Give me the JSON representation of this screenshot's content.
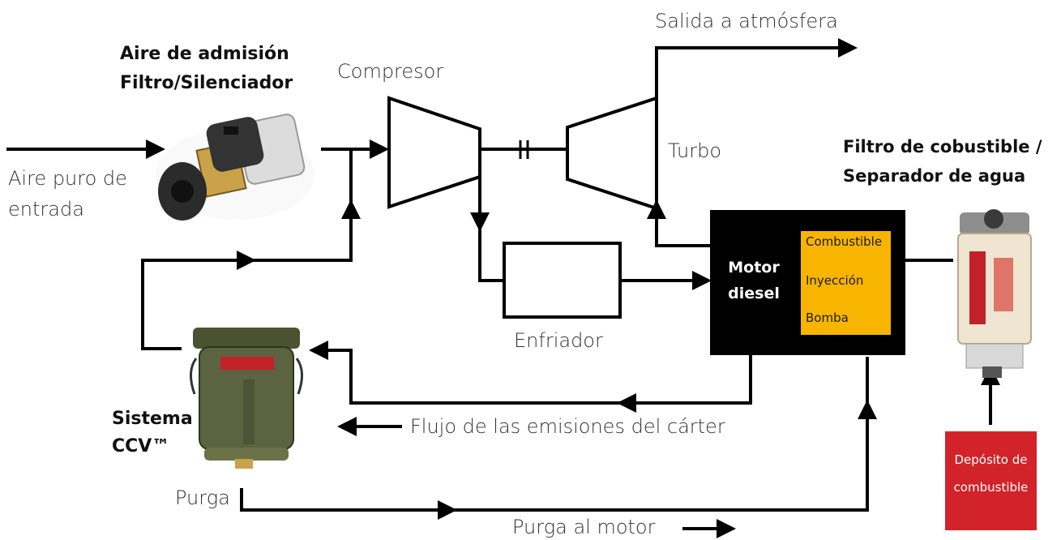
{
  "labels": {
    "salida": "Salida a atmósfera",
    "intake_title_1": "Aire de admisión",
    "intake_title_2": "Filtro/Silenciador",
    "compresor": "Compresor",
    "turbo": "Turbo",
    "fuel_filter_1": "Filtro de cobustible /",
    "fuel_filter_2": "Separador de agua",
    "aire_1": "Aire puro de",
    "aire_2": "entrada",
    "motor_1": "Motor",
    "motor_2": "diesel",
    "fuel_1": "Combustible",
    "fuel_2": "Inyección",
    "fuel_3": "Bomba",
    "enfriador": "Enfriador",
    "ccv_1": "Sistema",
    "ccv_2": "CCV™",
    "flujo": "Flujo de las emisiones del cárter",
    "purga": "Purga",
    "purga_motor": "Purga al motor",
    "tank_1": "Depósito de",
    "tank_2": "combustible"
  },
  "colors": {
    "engine": "#000000",
    "fuel_pump_box": "#f7b500",
    "fuel_tank": "#d2232a",
    "line": "#000000"
  },
  "icons": [
    "air-filter-silencer-icon",
    "ccv-system-icon",
    "fuel-filter-water-separator-icon"
  ]
}
